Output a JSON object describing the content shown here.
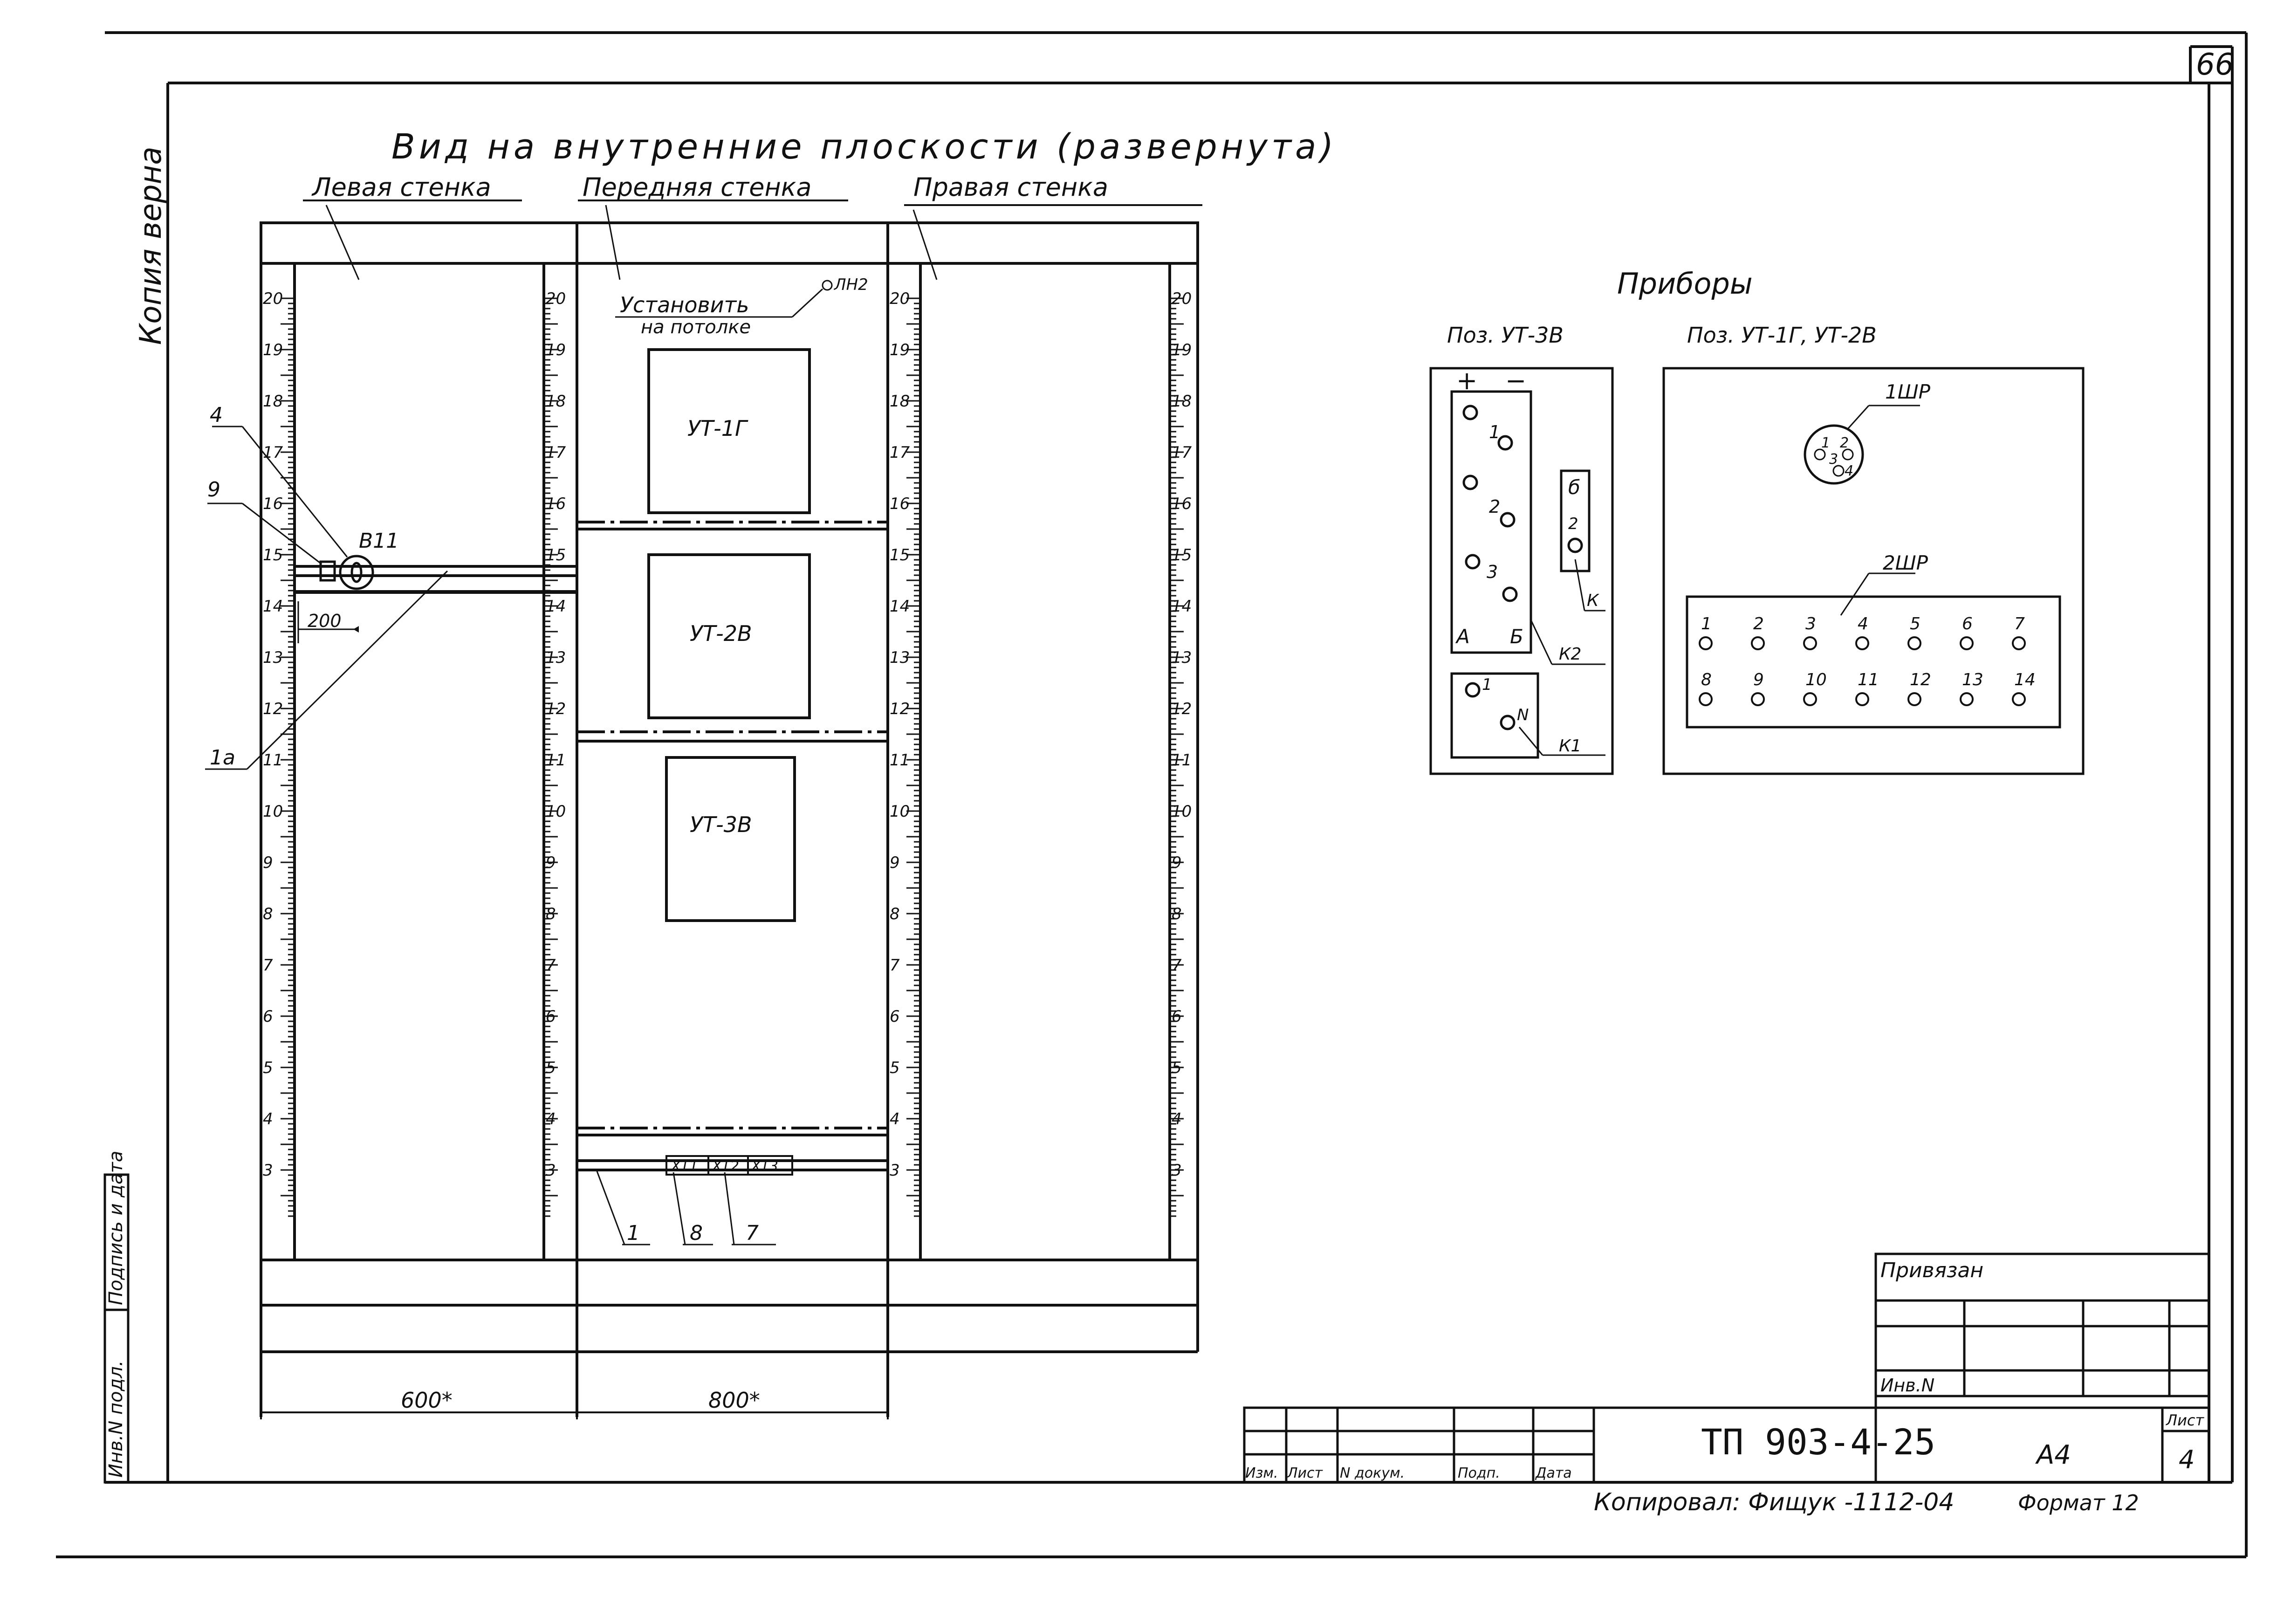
{
  "sheet_number": "66",
  "side_stamp": "Копия верна",
  "title": "Вид на внутренние плоскости (развернута)",
  "walls": {
    "left": "Левая стенка",
    "front": "Передняя стенка",
    "right": "Правая стенка"
  },
  "ruler": {
    "ticks": [
      "20",
      "19",
      "18",
      "17",
      "16",
      "15",
      "14",
      "13",
      "12",
      "11",
      "10",
      "9",
      "8",
      "7",
      "6",
      "5",
      "4",
      "3"
    ]
  },
  "front_wall": {
    "note_line1": "Установить",
    "note_line2": "на потолке",
    "lamp": "ЛН2",
    "devices": [
      "УТ-1Г",
      "УТ-2В",
      "УТ-3В"
    ],
    "terminals": [
      "ХТ1",
      "ХТ2",
      "ХТ3"
    ]
  },
  "left_wall": {
    "device": "В11",
    "callouts": [
      "4",
      "9",
      "1а"
    ],
    "dim": "200"
  },
  "bottom_callouts": [
    "1",
    "8",
    "7"
  ],
  "dims": {
    "left": "600*",
    "front": "800*"
  },
  "instruments": {
    "title": "Приборы",
    "pos1": {
      "label": "Поз. УТ-3В",
      "plus": "+",
      "minus": "−",
      "pins": [
        "1",
        "2",
        "3"
      ],
      "A": "А",
      "B": "Б",
      "K2": "К2",
      "K": "К",
      "k_pins": [
        "б",
        "2"
      ],
      "K1": "К1",
      "k1_pins": [
        "1",
        "N"
      ]
    },
    "pos2": {
      "label": "Поз. УТ-1Г, УТ-2В",
      "conn1": "1ШР",
      "conn1_pins": [
        "1",
        "2",
        "3",
        "4"
      ],
      "conn2": "2ШР",
      "conn2_row1": [
        "1",
        "2",
        "3",
        "4",
        "5",
        "6",
        "7"
      ],
      "conn2_row2": [
        "8",
        "9",
        "10",
        "11",
        "12",
        "13",
        "14"
      ]
    }
  },
  "stamp": {
    "privyazan": "Привязан",
    "inv": "Инв.N",
    "code": "ТП 903-4-25",
    "sheet_code": "А4",
    "list_label": "Лист",
    "list_num": "4",
    "cols": [
      "Изм.",
      "Лист",
      "N докум.",
      "Подп.",
      "Дата"
    ],
    "copied": "Копировал: Фищук -1112-04",
    "format": "Формат 12"
  },
  "left_strip": [
    "Инв.N подл.",
    "Подпись и дата"
  ]
}
